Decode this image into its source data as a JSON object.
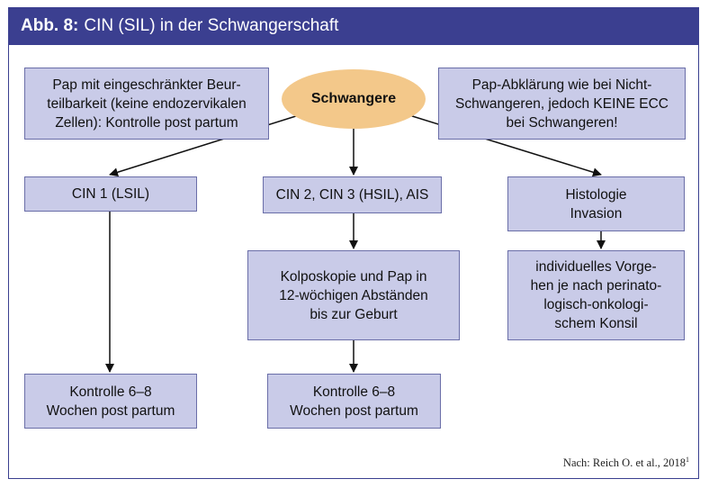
{
  "header": {
    "label": "Abb. 8:",
    "title": "CIN (SIL) in der Schwangerschaft"
  },
  "nodes": {
    "center": "Schwangere",
    "left_note": "Pap mit eingeschränkter Beur-\nteilbarkeit (keine endozervikalen\nZellen): Kontrolle post partum",
    "right_note": "Pap-Abklärung wie bei Nicht-\nSchwangeren, jedoch KEINE ECC\nbei Schwangeren!",
    "cin1": "CIN 1 (LSIL)",
    "cin23": "CIN 2, CIN 3 (HSIL), AIS",
    "histology": "Histologie\nInvasion",
    "colposcopy": "Kolposkopie und Pap in\n12-wöchigen Abständen\nbis zur Geburt",
    "individual": "individuelles Vorge-\nhen je nach perinato-\nlogisch-onkologi-\nschem Konsil",
    "control_left": "Kontrolle 6–8\nWochen post partum",
    "control_mid": "Kontrolle 6–8\nWochen post partum"
  },
  "source": {
    "text": "Nach: Reich O. et al., 2018",
    "superscript": "1"
  },
  "colors": {
    "header_bg": "#3b3f90",
    "box_fill": "#c9cbe8",
    "ellipse_fill": "#f3c88a"
  }
}
